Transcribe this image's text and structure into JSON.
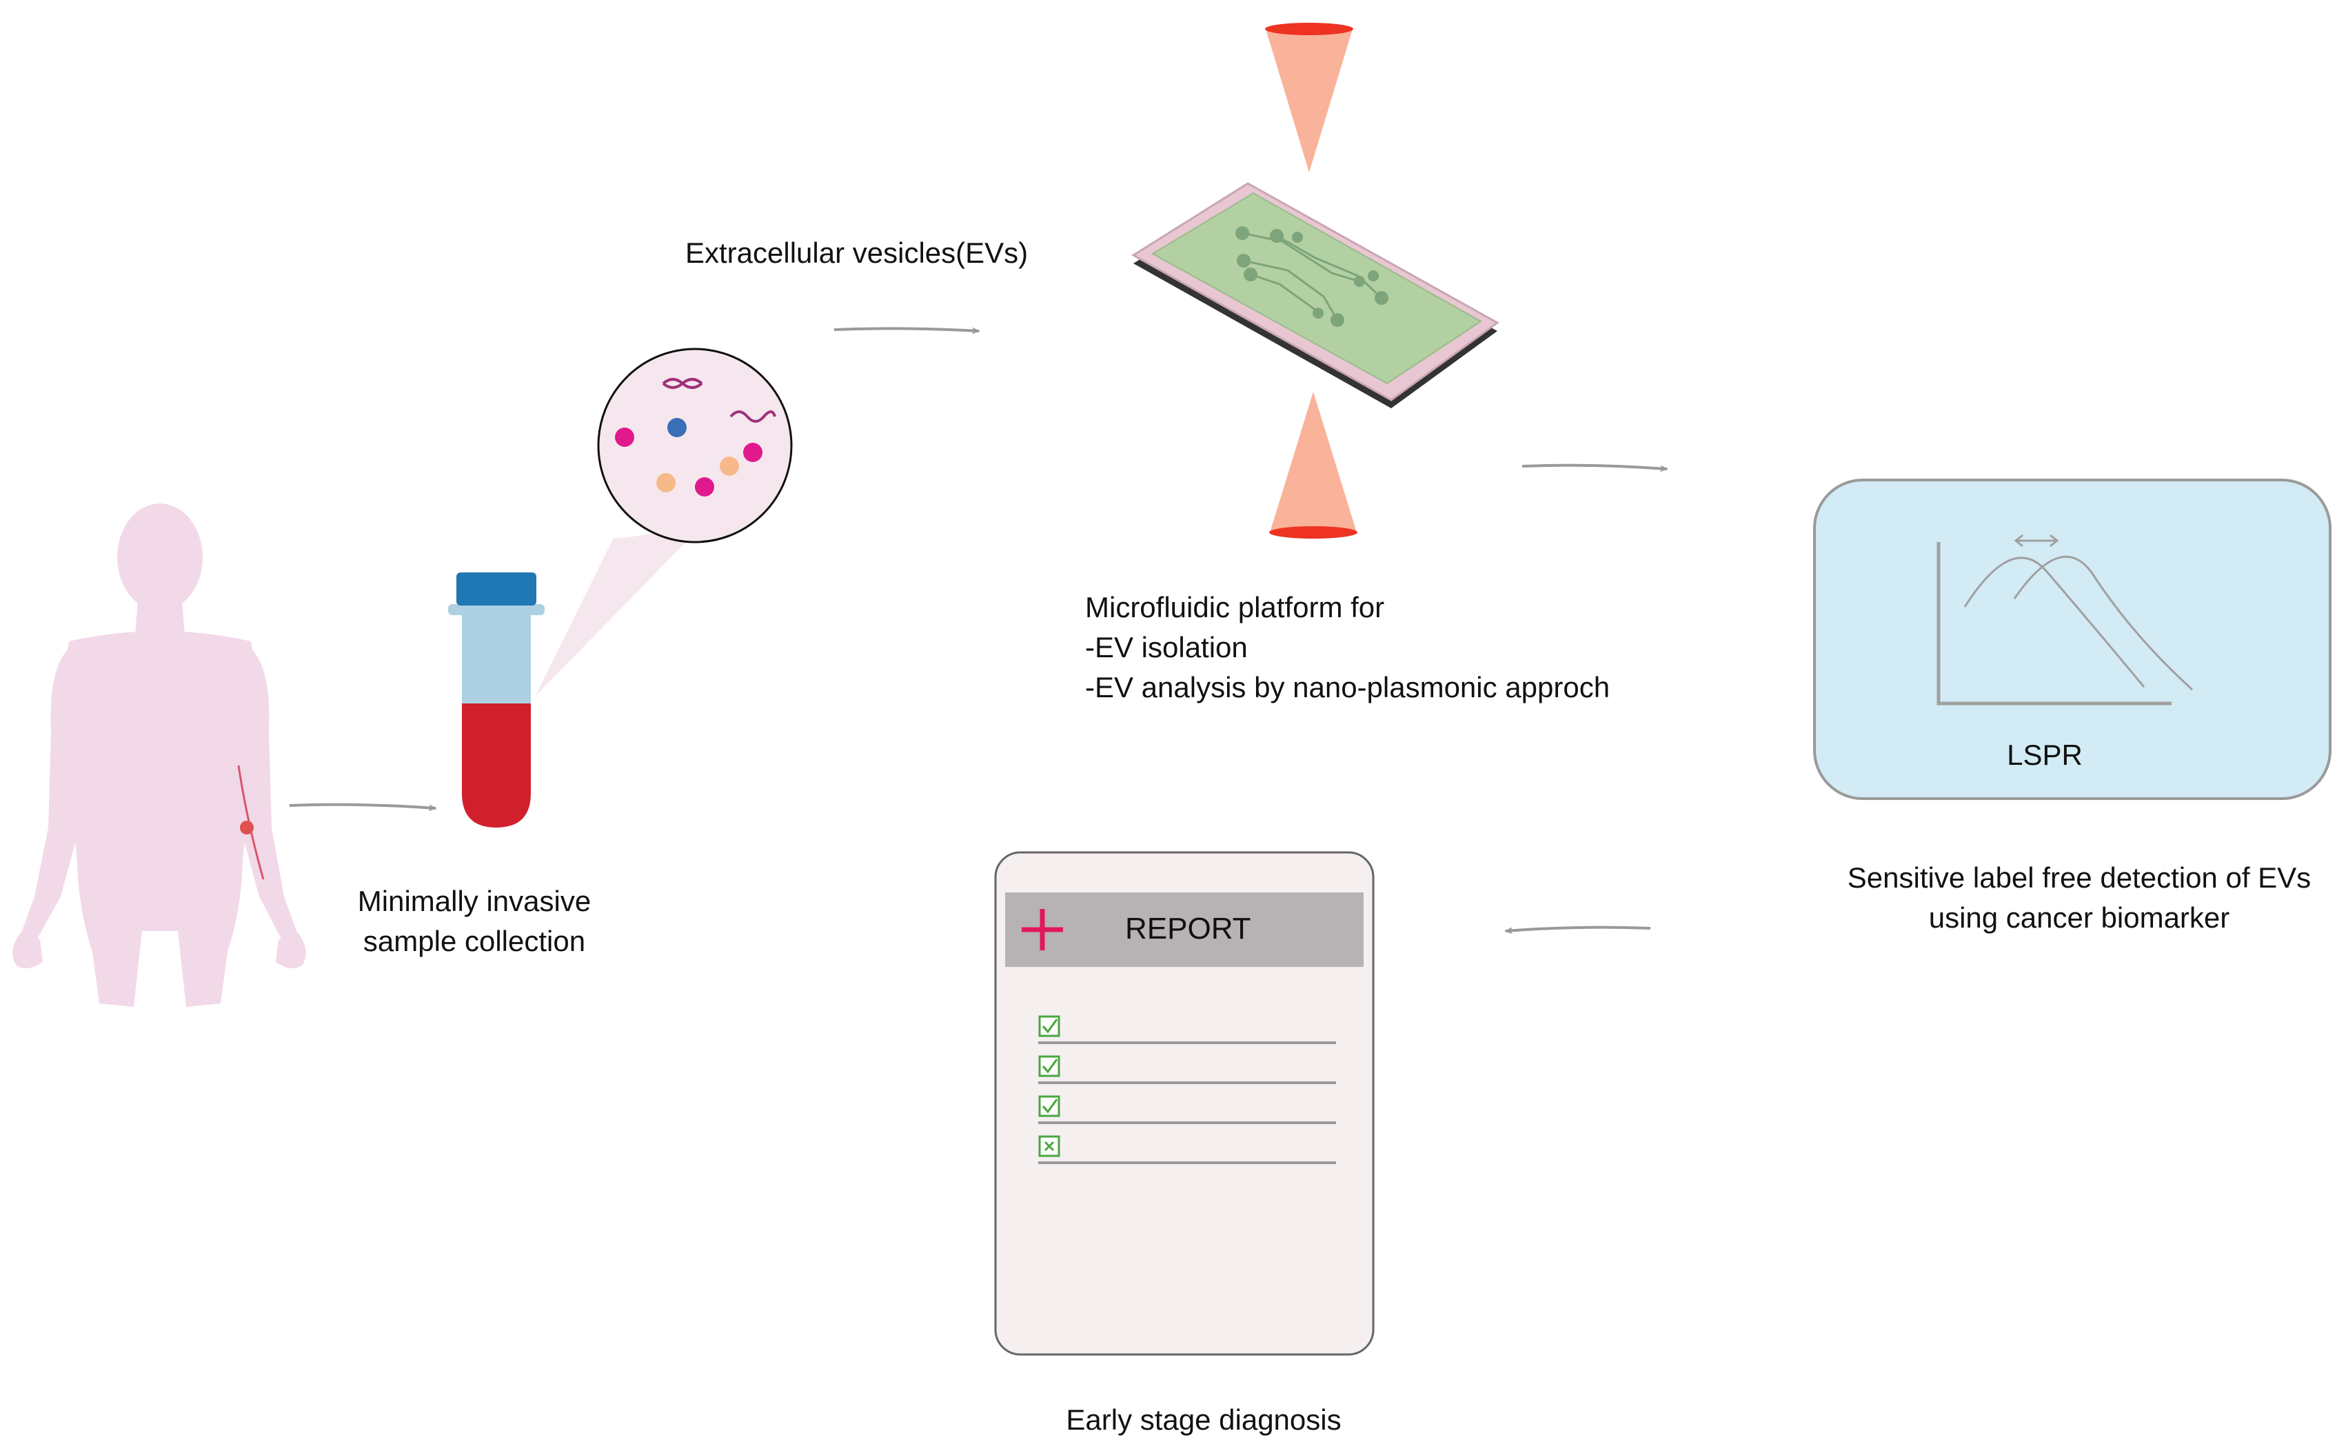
{
  "labels": {
    "sample_collection": [
      "Minimally invasive",
      "sample collection"
    ],
    "extracellular_vesicles": "Extracellular vesicles(EVs)",
    "microfluidic": [
      "Microfluidic platform for",
      "-EV isolation",
      "-EV analysis by nano-plasmonic approch"
    ],
    "lspr": "LSPR",
    "detection": [
      "Sensitive label free detection of EVs",
      "using cancer biomarker"
    ],
    "report_title": "REPORT",
    "diagnosis": "Early stage diagnosis"
  },
  "report": {
    "checklist": [
      "checked",
      "checked",
      "checked",
      "crossed"
    ]
  },
  "colors": {
    "body_silhouette": "#f2d9e8",
    "arrow": "#999999",
    "tube_cap": "#1f77b4",
    "tube_plasma": "#aed0e3",
    "blood": "#d0202c",
    "bubble_fill": "#f6e7ef",
    "ev_pink": "#e0198c",
    "ev_blue": "#3a6fb8",
    "ev_peach": "#f7b98a",
    "chip_base": "#e8c7d2",
    "chip_top": "#b2d0a2",
    "laser_cone": "#f9b39a",
    "laser_red": "#ee3322",
    "lspr_panel": "#d2ebf5",
    "report_header": "#b7b2b3",
    "report_cross": "#e0195a",
    "checkbox_green": "#4aa640"
  }
}
